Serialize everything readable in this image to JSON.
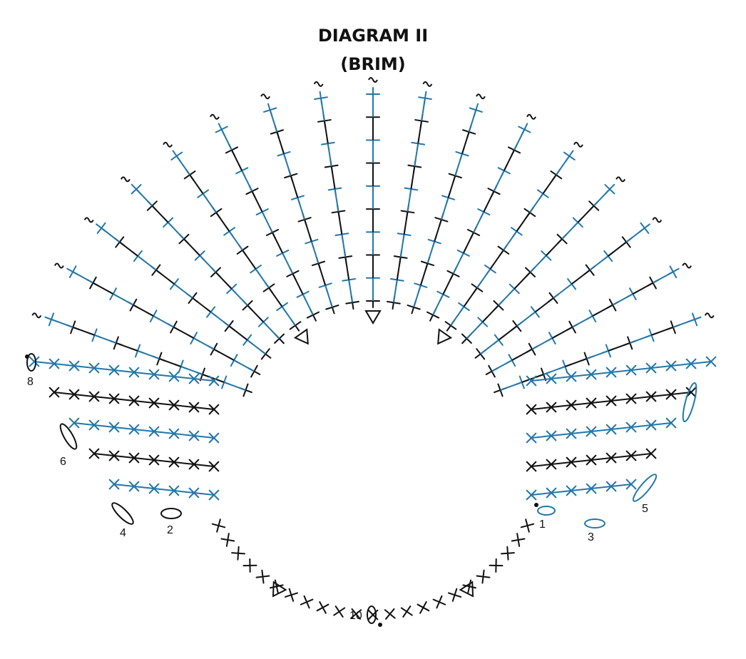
{
  "title": "DIAGRAM II",
  "subtitle": "(BRIM)",
  "colors": {
    "black": "#111111",
    "blue": "#2277aa"
  },
  "symbols": {
    "stitch": "+",
    "turning_chain": "~",
    "increase": "V",
    "join": "oval"
  },
  "round_labels": [
    "1",
    "2",
    "3",
    "4",
    "5",
    "6",
    "8",
    "10"
  ]
}
